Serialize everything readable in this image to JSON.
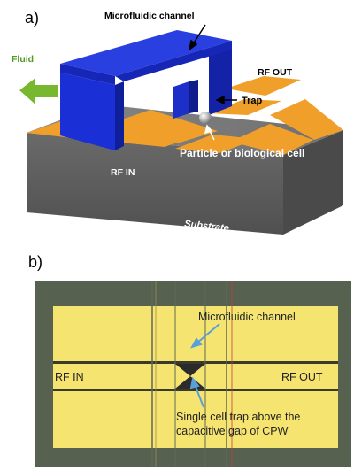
{
  "panel_a": {
    "label": "a)",
    "microfluidic_channel": "Microfluidic channel",
    "fluid": "Fluid",
    "rf_out": "RF OUT",
    "trap": "Trap",
    "particle": "Particle or biological cell",
    "rf_in": "RF IN",
    "substrate": "Substrate",
    "colors": {
      "channel": "#1a2fd6",
      "electrode": "#f0a02a",
      "substrate_top": "#7a7a7a",
      "substrate_side": "#5e5e5e",
      "fluid_arrow": "#77b82e",
      "fluid_text": "#4f9a1f"
    }
  },
  "panel_b": {
    "label": "b)",
    "microfluidic_channel": "Microfluidic channel",
    "rf_in": "RF IN",
    "rf_out": "RF OUT",
    "trap_caption_line1": "Single cell trap above the",
    "trap_caption_line2": "capacitive gap of CPW",
    "colors": {
      "background": "#56624f",
      "electrode": "#f6e470",
      "arrow": "#5aa0d8"
    }
  }
}
